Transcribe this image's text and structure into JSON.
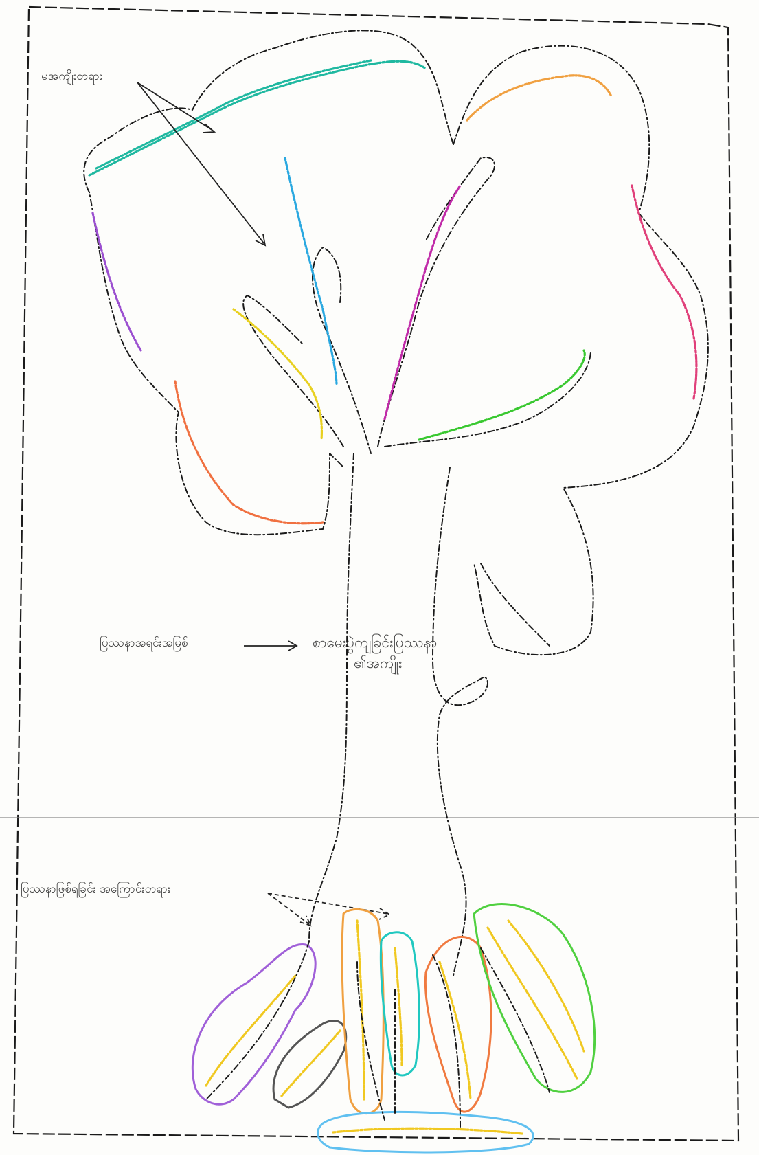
{
  "labels": {
    "leaves": "မအကျိုးတရား",
    "trunk": "ပြဿနာအရင်းအမြစ်",
    "roots": "ပြဿနာဖြစ်ရခြင်း အကြောင်းတရား"
  },
  "trunk_text": {
    "line1": "စာမေးပွဲကျခြင်းပြဿနာ",
    "line2": "၏အကျိုး"
  },
  "branch_colors": {
    "teal": "#1fb8a0",
    "orange": "#f0a040",
    "pink": "#e0407a",
    "green": "#39c830",
    "magenta": "#c02aa8",
    "cyan": "#2aa8e0",
    "yellow": "#e8d020",
    "coral": "#f07040",
    "purple": "#9b4fd0"
  },
  "root_colors": {
    "purple": "#a060d8",
    "gray": "#555555",
    "orange": "#f0a040",
    "cyan": "#20c8c0",
    "coral": "#f07a40",
    "green": "#50d040",
    "yellow": "#f0c820",
    "lightblue": "#60c0f0"
  }
}
